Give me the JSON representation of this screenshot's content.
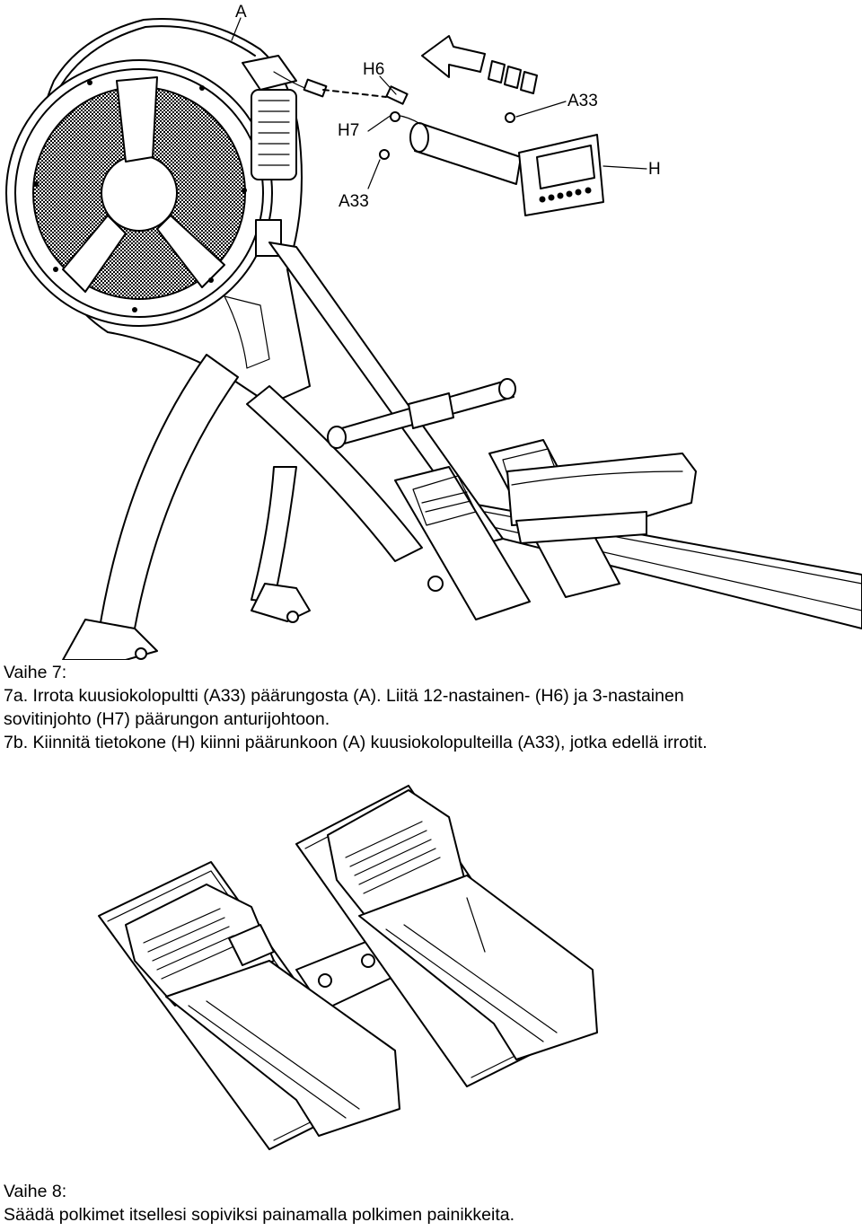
{
  "figure1": {
    "labels": {
      "main_frame": "A",
      "connector_12pin": "H6",
      "connector_3pin": "H7",
      "bolt_right": "A33",
      "bolt_left": "A33",
      "computer": "H"
    }
  },
  "step7": {
    "title": "Vaihe 7:",
    "line1": "7a. Irrota kuusiokolopultti (A33) päärungosta (A). Liitä 12-nastainen- (H6) ja 3-nastainen",
    "line2": "sovitinjohto (H7) päärungon anturijohtoon.",
    "line3": "7b. Kiinnitä tietokone (H) kiinni päärunkoon (A) kuusiokolopulteilla (A33), jotka edellä irrotit."
  },
  "step8": {
    "title": "Vaihe 8:",
    "line1": "Säädä polkimet itsellesi sopiviksi painamalla polkimen painikkeita."
  }
}
